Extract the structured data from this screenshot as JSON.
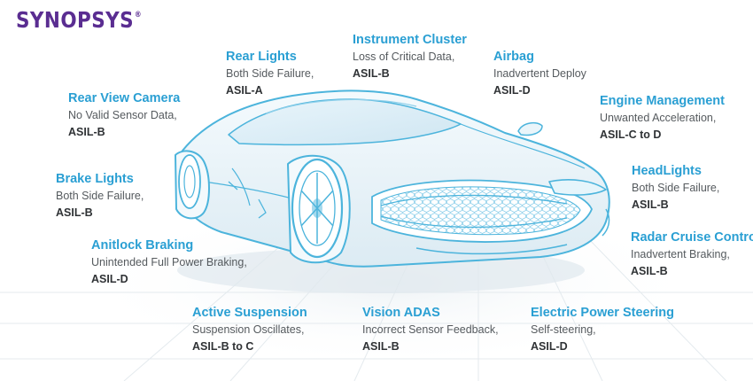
{
  "brand": {
    "name": "SYNOPSYS",
    "reg": "®"
  },
  "components": [
    {
      "id": "rear-lights",
      "title": "Rear Lights",
      "desc": "Both Side Failure,",
      "asil": "ASIL-A"
    },
    {
      "id": "instrument-cluster",
      "title": "Instrument Cluster",
      "desc": "Loss of Critical Data,",
      "asil": "ASIL-B"
    },
    {
      "id": "airbag",
      "title": "Airbag",
      "desc": "Inadvertent Deploy",
      "asil": "ASIL-D"
    },
    {
      "id": "rear-view-camera",
      "title": "Rear View Camera",
      "desc": "No Valid Sensor Data,",
      "asil": "ASIL-B"
    },
    {
      "id": "engine-management",
      "title": "Engine Management",
      "desc": "Unwanted Acceleration,",
      "asil": "ASIL-C to D"
    },
    {
      "id": "brake-lights",
      "title": "Brake Lights",
      "desc": "Both Side Failure,",
      "asil": "ASIL-B"
    },
    {
      "id": "headlights",
      "title": "HeadLights",
      "desc": "Both Side Failure,",
      "asil": "ASIL-B"
    },
    {
      "id": "antilock-braking",
      "title": "Anitlock Braking",
      "desc": "Unintended Full Power Braking,",
      "asil": "ASIL-D"
    },
    {
      "id": "radar-cruise-control",
      "title": "Radar Cruise Control",
      "desc": "Inadvertent Braking,",
      "asil": "ASIL-B"
    },
    {
      "id": "active-suspension",
      "title": "Active Suspension",
      "desc": "Suspension Oscillates,",
      "asil": "ASIL-B to C"
    },
    {
      "id": "vision-adas",
      "title": "Vision ADAS",
      "desc": "Incorrect Sensor Feedback,",
      "asil": "ASIL-B"
    },
    {
      "id": "electric-power-steering",
      "title": "Electric Power Steering",
      "desc": "Self-steering,",
      "asil": "ASIL-D"
    }
  ],
  "colors": {
    "brand": "#5a2d91",
    "title": "#2a9fd3",
    "desc": "#555a5e",
    "asil": "#2f3235",
    "car_outline": "#4cb4dc"
  }
}
